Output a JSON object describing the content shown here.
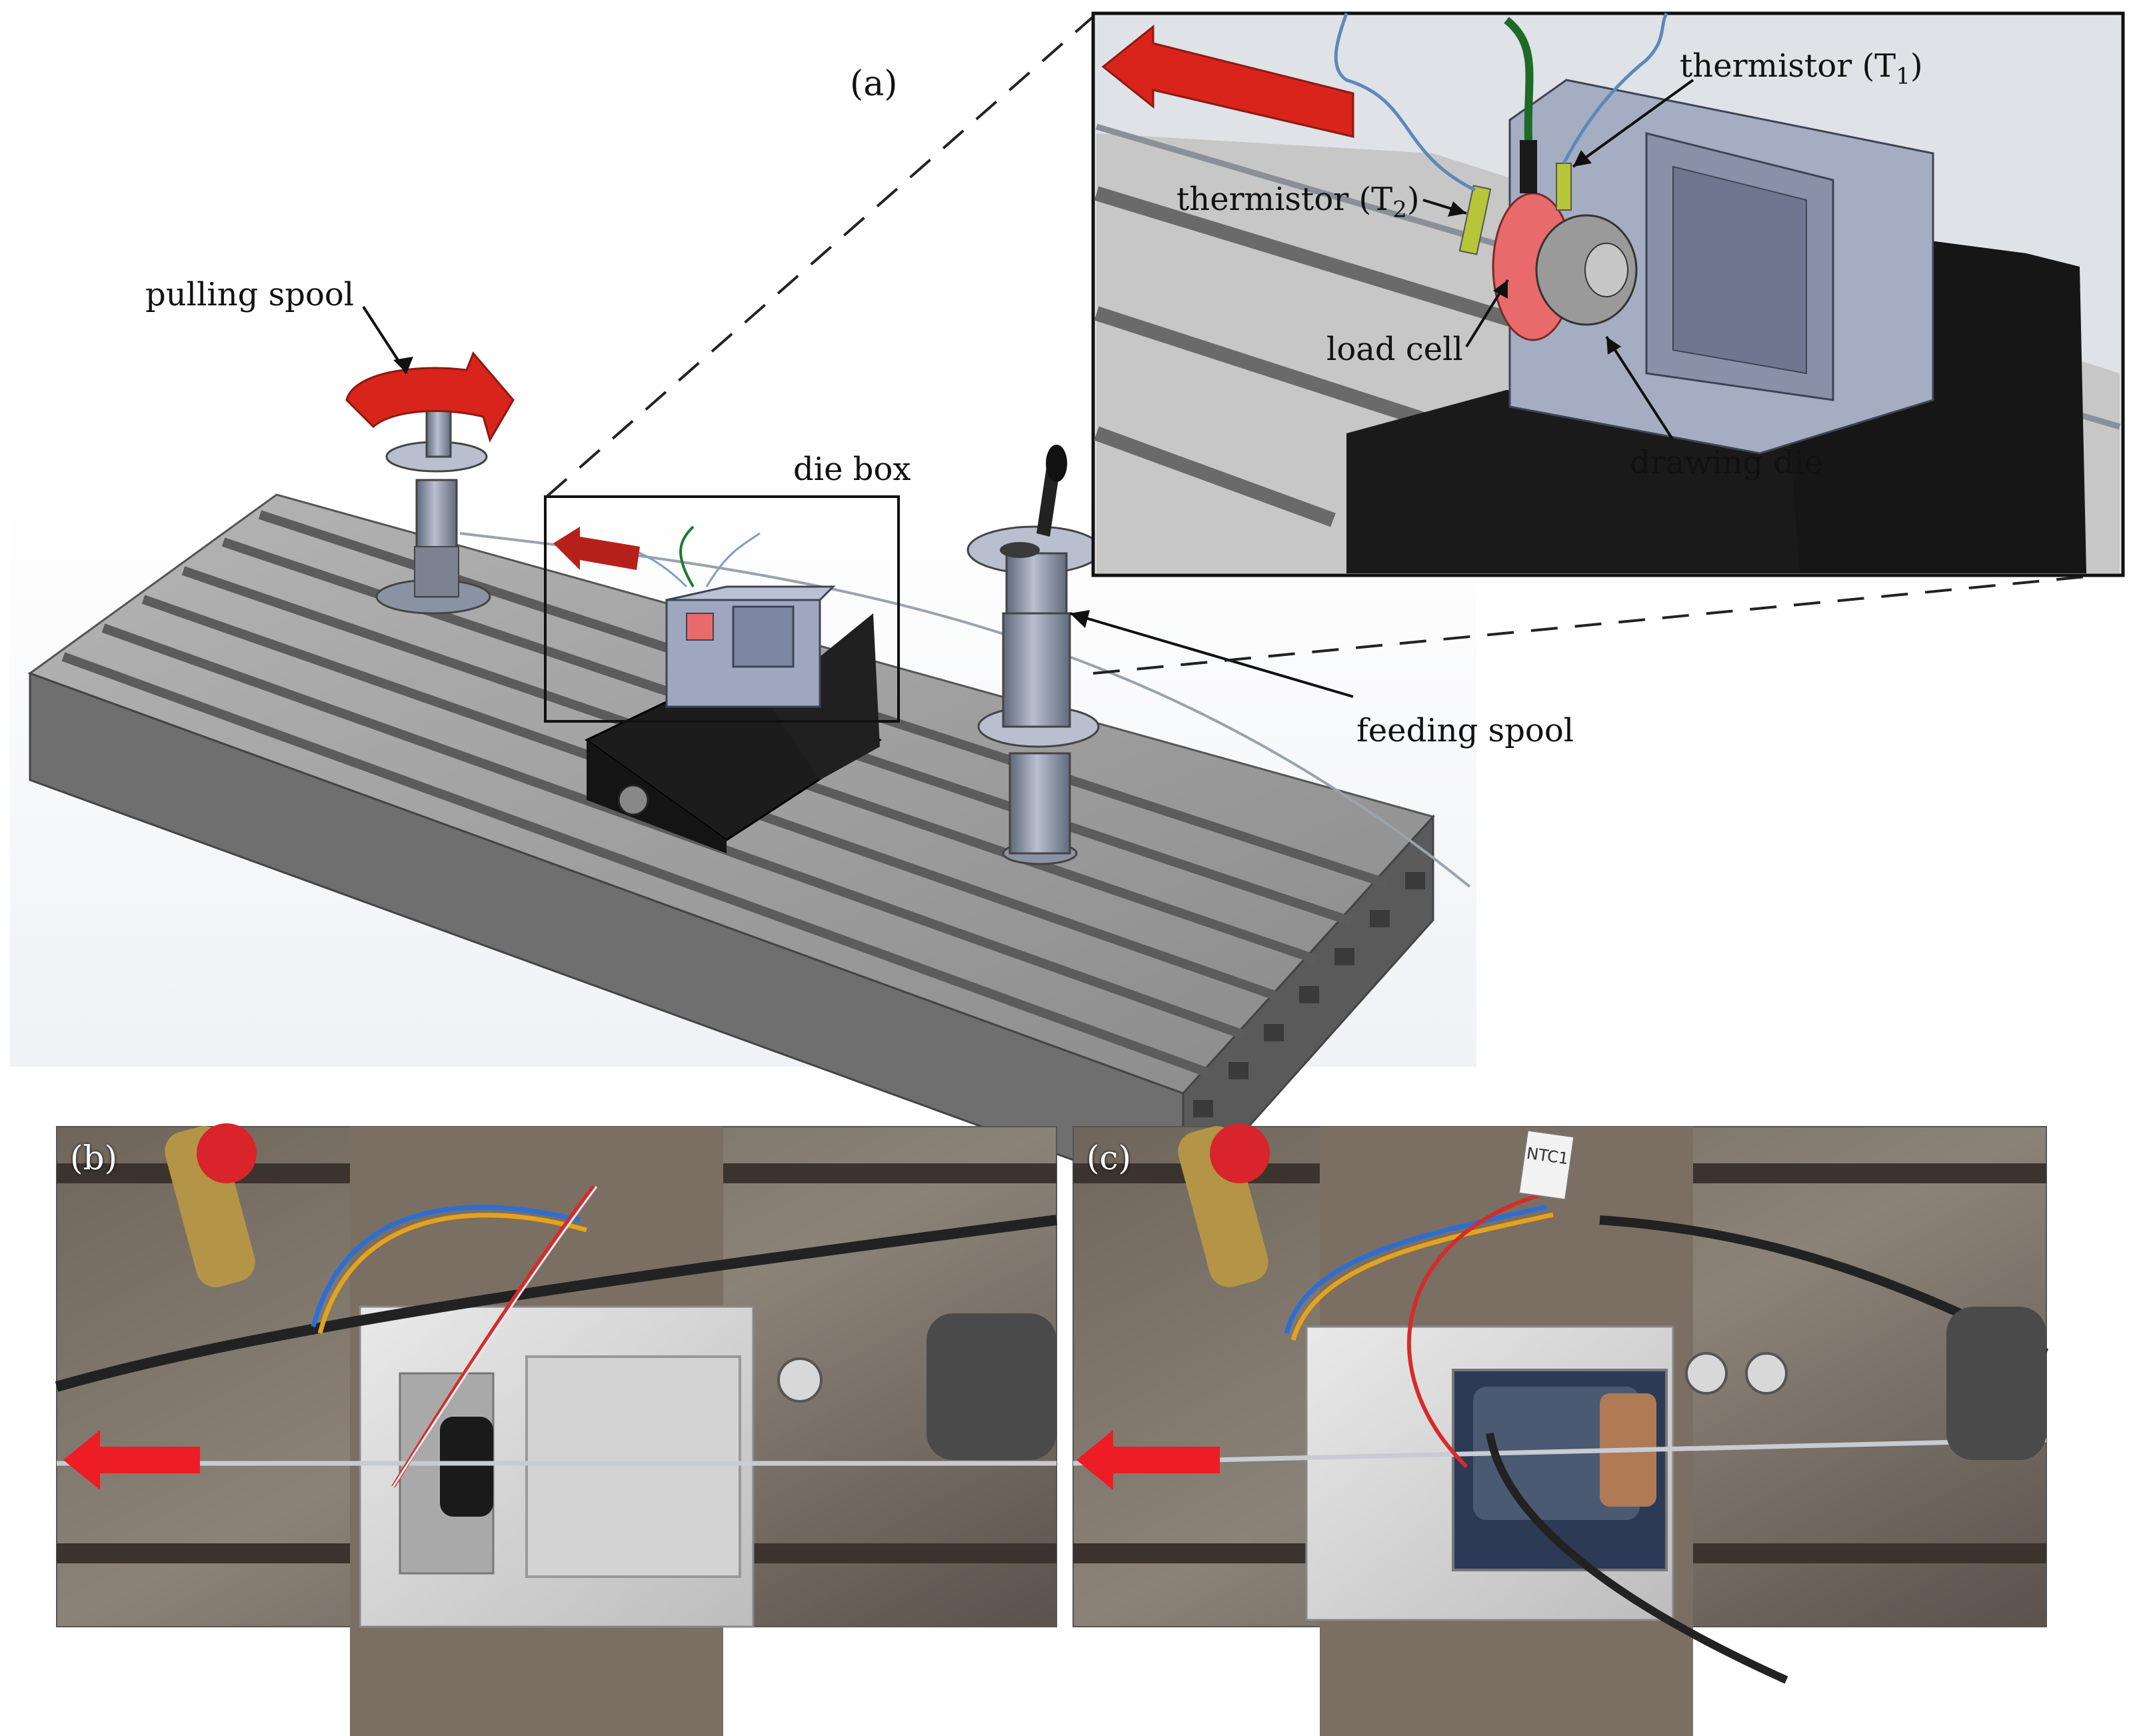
{
  "panels": {
    "a": "(a)",
    "b": "(b)",
    "c": "(c)"
  },
  "labels": {
    "pulling_spool": "pulling spool",
    "die_box": "die box",
    "feeding_spool": "feeding spool",
    "thermistor_t1_main": "thermistor (T",
    "thermistor_t1_sub": "1",
    "thermistor_t2_main": "thermistor (T",
    "thermistor_t2_sub": "2",
    "load_cell": "load cell",
    "drawing_die": "drawing die",
    "ntc_tag": "NTC1"
  },
  "colors": {
    "arrow_red": "#d8241a",
    "table_grey": "#8e8e8e",
    "vise_black": "#1c1c1c",
    "die_box_blue": "#9ea7bd",
    "load_cell_pink": "#e86a6a",
    "thermistor_green": "#b7c639",
    "wire_blue": "#2b6fd6",
    "wire_yellow": "#e3a31c",
    "wire_red": "#d72a2a"
  }
}
